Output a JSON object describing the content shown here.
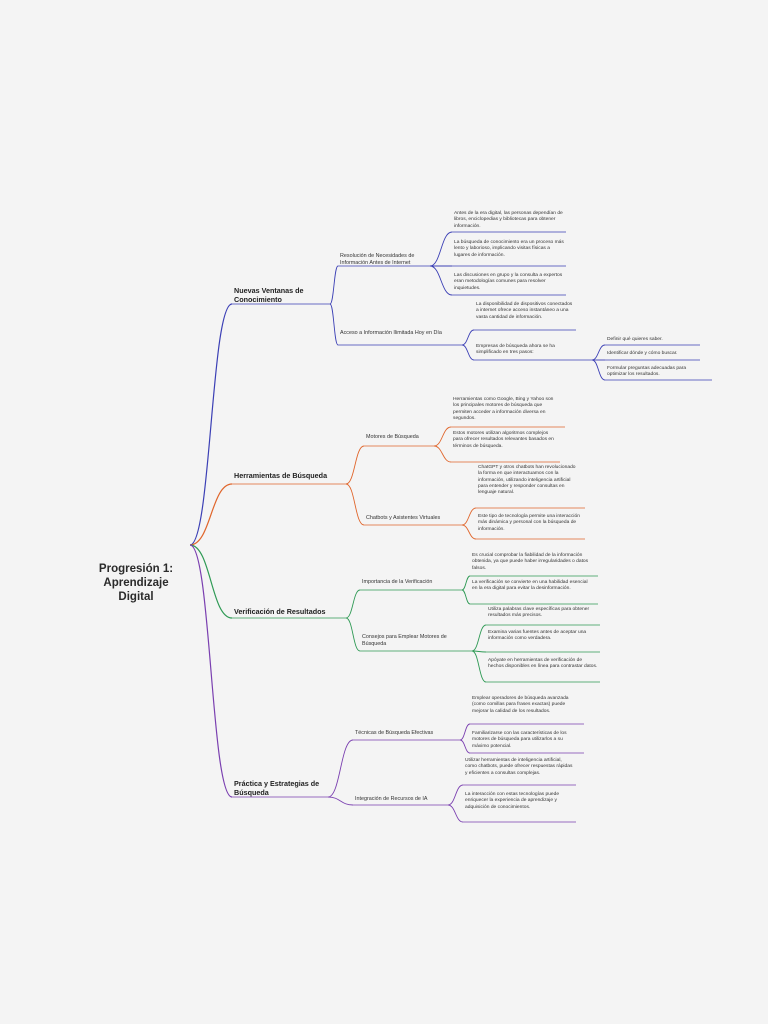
{
  "colors": {
    "blue": "#3b3fb5",
    "orange": "#e0662c",
    "green": "#2f9a55",
    "purple": "#7a3fb0"
  },
  "root": {
    "line1": "Progresión 1:",
    "line2": "Aprendizaje Digital"
  },
  "branches": [
    {
      "key": "b1",
      "color": "blue",
      "title": "Nuevas Ventanas de Conocimiento",
      "subs": [
        {
          "label": "Resolución de Necesidades de Información Antes de Internet",
          "leaves": [
            {
              "text": "Antes de la era digital, las personas dependían de libros, enciclopedias y bibliotecas para obtener información."
            },
            {
              "text": "La búsqueda de conocimiento era un proceso más lento y laborioso, implicando visitas físicas a lugares de información."
            },
            {
              "text": "Las discusiones en grupo y la consulta a expertos eran metodologías comunes para resolver inquietudes."
            }
          ]
        },
        {
          "label": "Acceso a Información Ilimitada Hoy en Día",
          "leaves": [
            {
              "text": "La disponibilidad de dispositivos conectados a internet ofrece acceso instantáneo a una vasta cantidad de información."
            },
            {
              "text": "Empresas de búsqueda ahora se ha simplificado en tres pasos:",
              "children": [
                {
                  "text": "Definir qué quieres saber."
                },
                {
                  "text": "Identificar dónde y cómo buscar."
                },
                {
                  "text": "Formular preguntas adecuadas para optimizar los resultados."
                }
              ]
            }
          ]
        }
      ]
    },
    {
      "key": "b2",
      "color": "orange",
      "title": "Herramientas de Búsqueda",
      "subs": [
        {
          "label": "Motores de Búsqueda",
          "leaves": [
            {
              "text": "Herramientas como Google, Bing y Yahoo son los principales motores de búsqueda que permiten acceder a información diversa en segundos."
            },
            {
              "text": "Estos motores utilizan algoritmos complejos para ofrecer resultados relevantes basados en términos de búsqueda."
            }
          ]
        },
        {
          "label": "Chatbots y Asistentes Virtuales",
          "leaves": [
            {
              "text": "ChatGPT y otros chatbots han revolucionado la forma en que interactuamos con la información, utilizando inteligencia artificial para entender y responder consultas en lenguaje natural."
            },
            {
              "text": "Este tipo de tecnología permite una interacción más dinámica y personal con la búsqueda de información."
            }
          ]
        }
      ]
    },
    {
      "key": "b3",
      "color": "green",
      "title": "Verificación de Resultados",
      "subs": [
        {
          "label": "Importancia de la Verificación",
          "leaves": [
            {
              "text": "Es crucial comprobar la fiabilidad de la información obtenida, ya que puede haber irregularidades o datos falsos."
            },
            {
              "text": "La verificación se convierte en una habilidad esencial en la era digital para evitar la desinformación."
            }
          ]
        },
        {
          "label": "Consejos para Emplear Motores de Búsqueda",
          "leaves": [
            {
              "text": "Utiliza palabras clave específicas para obtener resultados más precisos."
            },
            {
              "text": "Examina varias fuentes antes de aceptar una información como verdadera."
            },
            {
              "text": "Apóyate en herramientas de verificación de hechos disponibles en línea para contrastar datos."
            }
          ]
        }
      ]
    },
    {
      "key": "b4",
      "color": "purple",
      "title": "Práctica y Estrategias de Búsqueda",
      "subs": [
        {
          "label": "Técnicas de Búsqueda Efectivas",
          "leaves": [
            {
              "text": "Emplear operadores de búsqueda avanzada (como comillas para frases exactas) puede mejorar la calidad de los resultados."
            },
            {
              "text": "Familiarizarse con las características de los motores de búsqueda para utilizarlos a su máximo potencial."
            }
          ]
        },
        {
          "label": "Integración de Recursos de IA",
          "leaves": [
            {
              "text": "Utilizar herramientas de inteligencia artificial, como chatbots, puede ofrecer respuestas rápidas y eficientes a consultas complejas."
            },
            {
              "text": "La interacción con estas tecnologías puede enriquecer la experiencia de aprendizaje y adquisición de conocimientos."
            }
          ]
        }
      ]
    }
  ]
}
